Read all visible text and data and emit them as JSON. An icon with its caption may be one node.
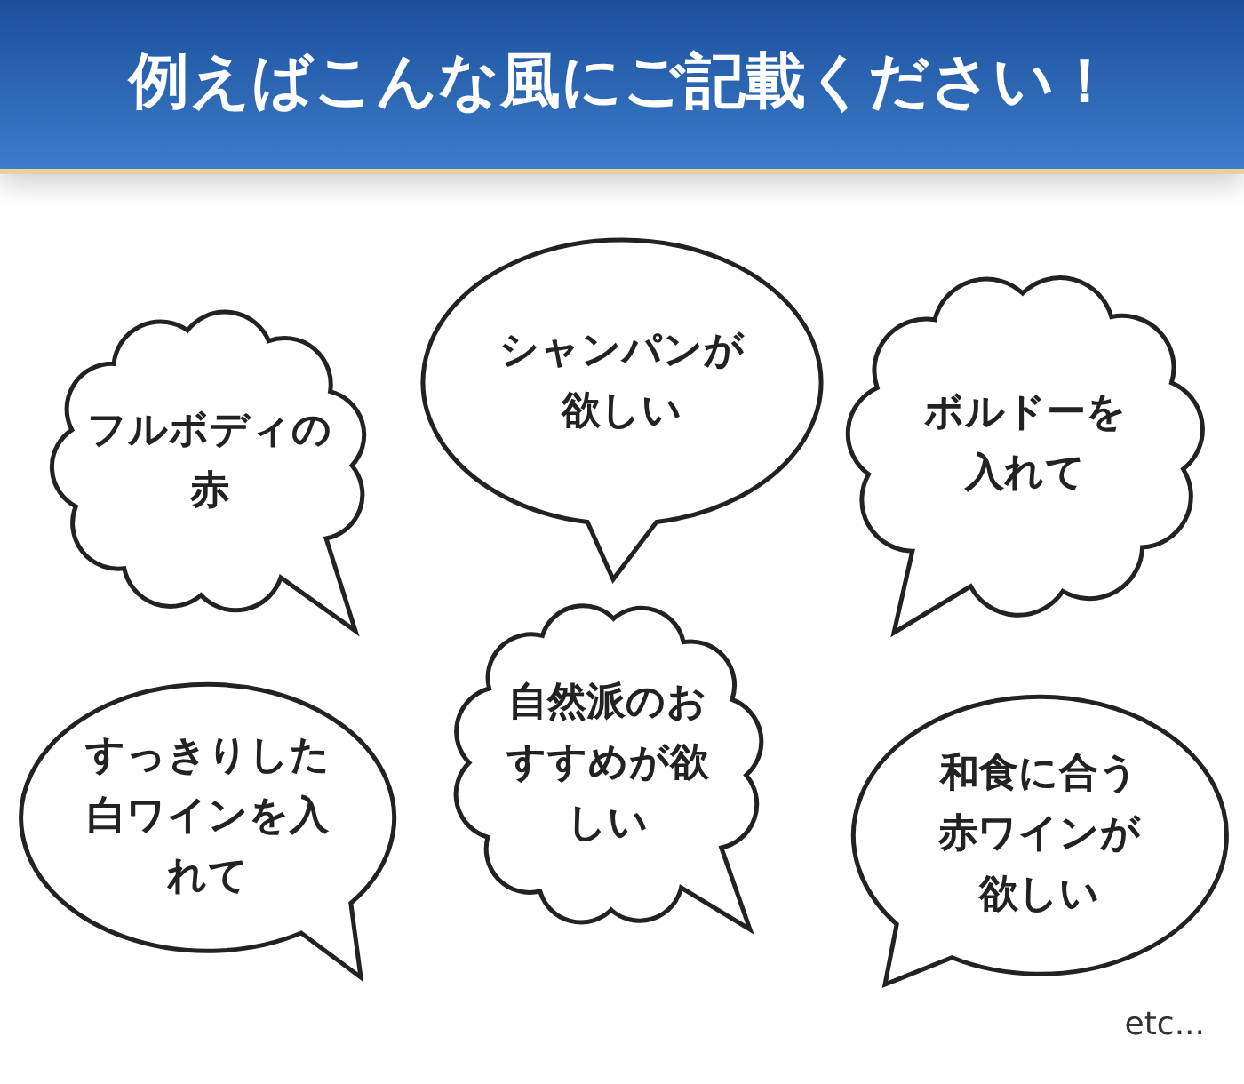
{
  "diagram": {
    "title": "例えばこんな風にご記載ください！",
    "nodes": [
      {
        "text": [
          "フルボディの赤"
        ]
      },
      {
        "text": [
          "シャンパンが欲しい"
        ]
      },
      {
        "text": [
          "ボルドーを入れて"
        ]
      },
      {
        "text": [
          "すっきりした白ワインを入れて"
        ]
      },
      {
        "text": [
          "自然派のおすすめが欲しい"
        ]
      },
      {
        "text": [
          "和食に合う赤ワインが欲しい"
        ]
      }
    ],
    "labels": [
      "etc..."
    ]
  }
}
